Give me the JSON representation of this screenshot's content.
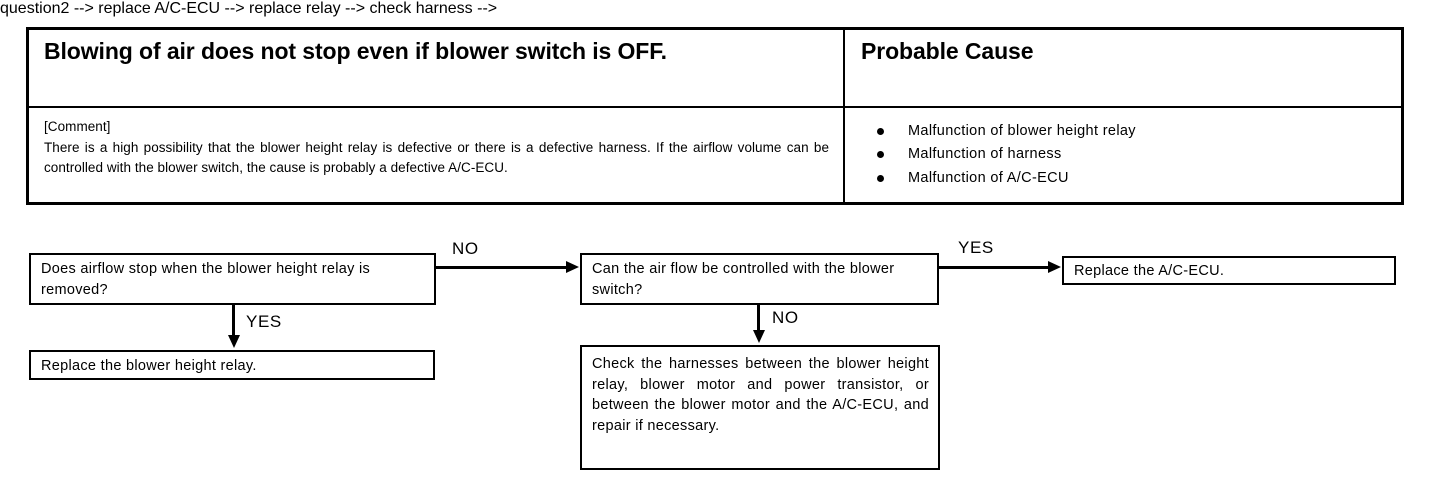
{
  "table": {
    "symptom_title": "Blowing of air does not stop even if blower switch is OFF.",
    "cause_title": "Probable Cause",
    "comment_label": "[Comment]",
    "comment_body": "There is a high possibility that the blower height relay is defective or there is a defective harness.  If the airflow volume can be controlled with the blower switch, the cause is probably a defective A/C-ECU.",
    "causes": [
      "Malfunction of blower height relay",
      "Malfunction of harness",
      "Malfunction of A/C-ECU"
    ]
  },
  "flowchart": {
    "boxes": {
      "question_relay_removed": "Does airflow stop when the blower height relay is removed?",
      "question_blower_switch": "Can the air flow be controlled with the blower switch?",
      "action_replace_ecu": "Replace the A/C-ECU.",
      "action_replace_relay": "Replace the blower height relay.",
      "action_check_harness": "Check the harnesses between the blower height relay, blower motor and power transistor, or between the blower motor and the A/C-ECU, and repair if necessary."
    },
    "labels": {
      "no_1": "NO",
      "yes_1": "YES",
      "yes_2": "YES",
      "no_2": "NO"
    }
  },
  "colors": {
    "ink": "#000000",
    "page": "#ffffff"
  }
}
